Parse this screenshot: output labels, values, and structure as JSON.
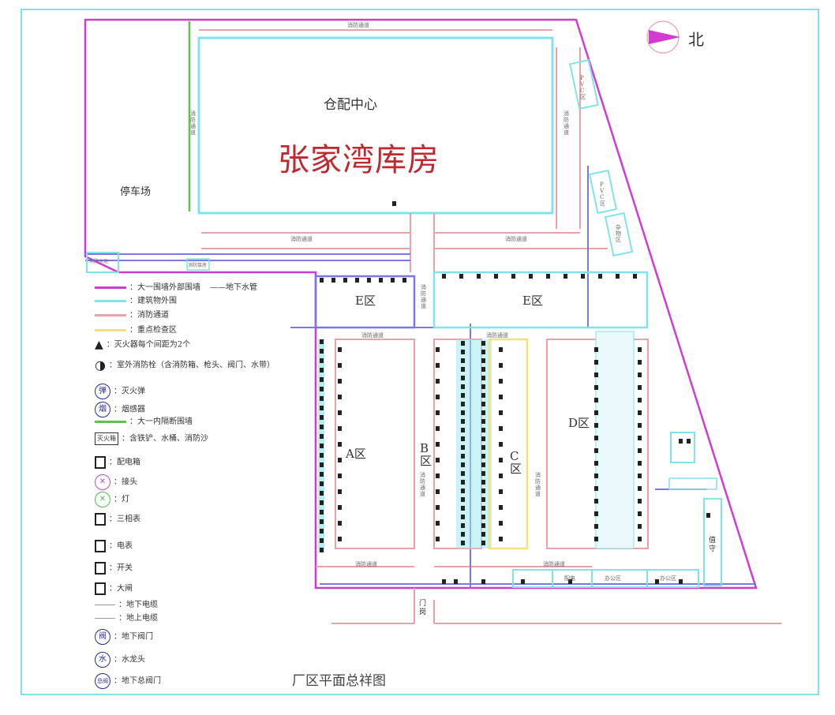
{
  "title": "张家湾库房",
  "bottom_title": "厂区平面总祥图",
  "north_label": "北",
  "zones": {
    "warehouse_center": "仓配中心",
    "parking": "停车场",
    "A": "A区",
    "B": "B区",
    "C": "C区",
    "D": "D区",
    "E_left": "E区",
    "E_right": "E区",
    "gate": "门岗",
    "guard": "值守"
  },
  "road_labels": {
    "top": "消防通道",
    "left_v": "消防通道",
    "right_v": "消防通道",
    "mid_left": "消防通道",
    "mid_right": "消防通道",
    "a_top": "消防通道",
    "c_top": "消防通道",
    "bc_v": "消防通道",
    "cd_v": "消防通道",
    "ab_v": "消防通道",
    "bottom_left": "消防通道",
    "bottom_right": "消防通道"
  },
  "small_labels": {
    "pv_top": "PVC区",
    "pv_mid": "PVC区",
    "pv_side": "杂物区",
    "pump_room": "消防泵房",
    "left_small_box": "消防水池",
    "bottom_box1": "配电",
    "bottom_box2": "办公区",
    "bottom_box3": "办公区"
  },
  "legend": [
    {
      "icon": "line-magenta-icon",
      "label": "大一围墙外部围墙",
      "extra": "地下水管"
    },
    {
      "icon": "line-cyan-icon",
      "label": "建筑物外围"
    },
    {
      "icon": "line-pink-icon",
      "label": "消防通道"
    },
    {
      "icon": "line-yellow-icon",
      "label": "重点检查区"
    },
    {
      "icon": "extinguisher-icon",
      "label": "灭火器每个间距为2个"
    },
    {
      "icon": "hydrant-icon",
      "label": "室外消防栓（含消防箱、枪头、阀门、水带）"
    },
    {
      "icon": "fire-bomb-icon",
      "label": "灭火弹",
      "glyph": "弹"
    },
    {
      "icon": "smoke-detector-icon",
      "label": "烟感器",
      "glyph": "烟"
    },
    {
      "icon": "line-green-icon",
      "label": "大一内隔断围墙"
    },
    {
      "icon": "fire-box-icon",
      "label": "含铁铲、水桶、消防沙",
      "glyph": "灭火箱"
    },
    {
      "icon": "distribution-box-icon",
      "label": "配电箱"
    },
    {
      "icon": "connector-icon",
      "label": "接头"
    },
    {
      "icon": "lamp-icon",
      "label": "灯"
    },
    {
      "icon": "three-phase-meter-icon",
      "label": "三相表"
    },
    {
      "icon": "meter-icon",
      "label": "电表"
    },
    {
      "icon": "switch-icon",
      "label": "开关"
    },
    {
      "icon": "main-switch-icon",
      "label": "大闸"
    },
    {
      "icon": "underground-cable-icon",
      "label": "地下电缆"
    },
    {
      "icon": "ground-cable-icon",
      "label": "地上电缆"
    },
    {
      "icon": "underground-valve-icon",
      "label": "地下阀门",
      "glyph": "阀"
    },
    {
      "icon": "faucet-icon",
      "label": "水龙头",
      "glyph": "水"
    },
    {
      "icon": "main-valve-icon",
      "label": "地下总阀门",
      "glyph": "总阀"
    }
  ],
  "colors": {
    "wall": "#d23bd2",
    "building": "#7fe3ec",
    "road": "#e8a2a8",
    "pipe": "#7b78e6",
    "partition": "#5fc24a",
    "highlight": "#f3e27a",
    "frame": "#7fe3ec",
    "title_red": "#c0282e"
  }
}
